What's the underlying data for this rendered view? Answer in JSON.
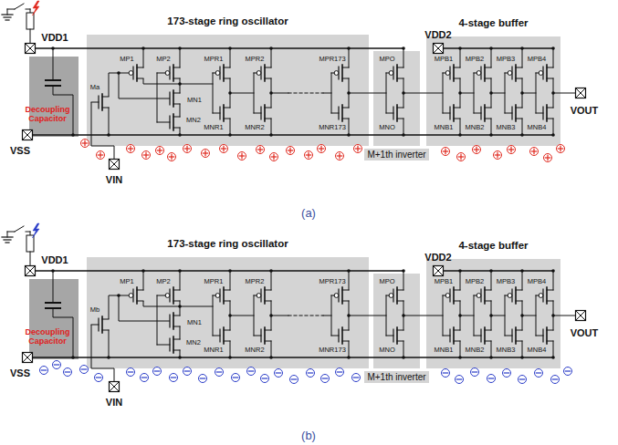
{
  "diagram": {
    "nodes": [
      {
        "text": [
          "Decoupling Capacitor"
        ]
      },
      {
        "text": [
          "173-stage ring oscillator"
        ]
      },
      {
        "text": [
          "M+1th inverter"
        ]
      },
      {
        "text": [
          "4-stage buffer"
        ]
      },
      {
        "text": [
          "Decoupling Capacitor"
        ]
      },
      {
        "text": [
          "173-stage ring oscillator"
        ]
      },
      {
        "text": [
          "M+1th inverter"
        ]
      },
      {
        "text": [
          "4-stage buffer"
        ]
      }
    ],
    "labels": [
      "VDD1",
      "VSS",
      "VIN",
      "Ma",
      "MP1",
      "MP2",
      "MN1",
      "MN2",
      "MPR1",
      "MPR2",
      "MPR173",
      "MNR1",
      "MNR2",
      "MNR173",
      "MPO",
      "MNO",
      "VDD2",
      "MPB1",
      "MPB2",
      "MPB3",
      "MPB4",
      "MNB1",
      "MNB2",
      "MNB3",
      "MNB4",
      "VOUT",
      "(a)",
      "VDD1",
      "VSS",
      "VIN",
      "Mb",
      "MP1",
      "MP2",
      "MN1",
      "MN2",
      "MPR1",
      "MPR2",
      "MPR173",
      "MNR1",
      "MNR2",
      "MNR173",
      "MPO",
      "MNO",
      "VDD2",
      "MPB1",
      "MPB2",
      "MPB3",
      "MPB4",
      "MNB1",
      "MNB2",
      "MNB3",
      "MNB4",
      "VOUT",
      "(b)"
    ]
  }
}
